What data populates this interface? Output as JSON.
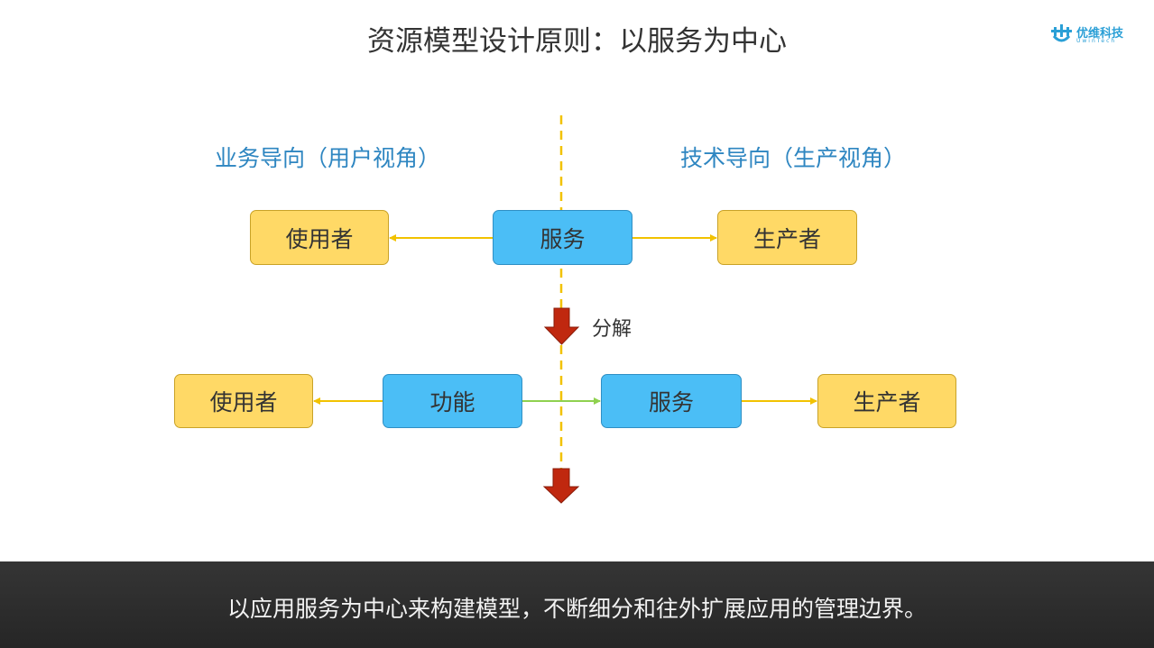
{
  "title": "资源模型设计原则：以服务为中心",
  "logo": {
    "name": "优维科技",
    "sub": "UwinTech",
    "icon": "uwin-logo-icon"
  },
  "headings": {
    "business": "业务导向（用户视角）",
    "technical": "技术导向（生产视角）"
  },
  "top_row": {
    "user": "使用者",
    "service": "服务",
    "producer": "生产者"
  },
  "decompose_label": "分解",
  "bottom_row": {
    "user": "使用者",
    "function": "功能",
    "service": "服务",
    "producer": "生产者"
  },
  "footer": "以应用服务为中心来构建模型，不断细分和往外扩展应用的管理边界。",
  "colors": {
    "yellow_box": "#ffd966",
    "blue_box": "#4bbef6",
    "connector_yellow": "#f2c200",
    "connector_green": "#8fd14f",
    "down_arrow": "#c0280f",
    "heading_blue": "#2e86c1"
  }
}
